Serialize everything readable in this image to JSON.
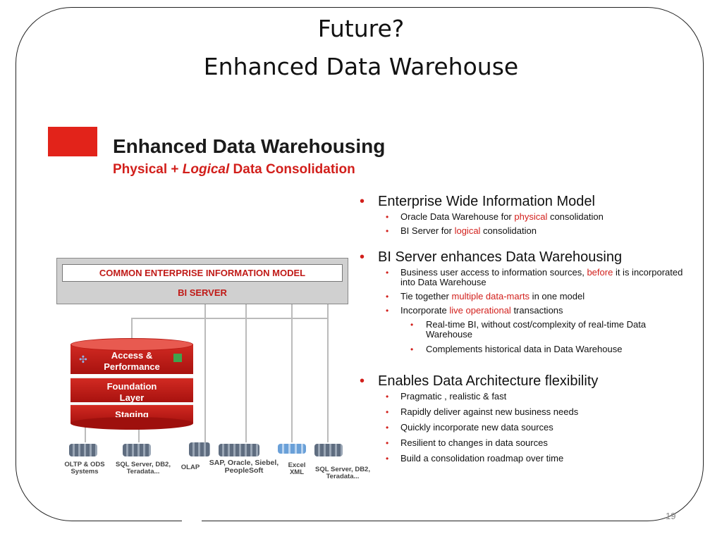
{
  "slide": {
    "title_line1": "Future?",
    "title_line2": "Enhanced Data Warehouse",
    "page_number": "19"
  },
  "content": {
    "heading": "Enhanced Data Warehousing",
    "subheading_part1": "Physical + ",
    "subheading_italic": "Logical",
    "subheading_part2": " Data Consolidation"
  },
  "diagram": {
    "common_model": "COMMON ENTERPRISE INFORMATION MODEL",
    "bi_server": "BI SERVER",
    "layer_access": "Access & Performance",
    "layer_foundation": "Foundation Layer",
    "layer_staging": "Staging",
    "sources": {
      "oltp_ods": "OLTP & ODS Systems",
      "sql_server_1": "SQL Server, DB2, Teradata...",
      "olap": "OLAP",
      "sap": "SAP, Oracle, Siebel, PeopleSoft",
      "excel": "Excel XML",
      "sql_server_2": "SQL Server, DB2, Teradata..."
    }
  },
  "bullets": {
    "b1": {
      "text": "Enterprise Wide Information Model",
      "s1_pre": "Oracle Data Warehouse for ",
      "s1_red": "physical",
      "s1_post": " consolidation",
      "s2_pre": "BI Server for ",
      "s2_red": "logical",
      "s2_post": " consolidation"
    },
    "b2": {
      "text": "BI Server enhances Data Warehousing",
      "s1_pre": "Business user access to information sources, ",
      "s1_red": "before",
      "s1_post": " it is incorporated into Data Warehouse",
      "s2_pre": "Tie together ",
      "s2_red": "multiple data-marts",
      "s2_post": " in one model",
      "s3_pre": "Incorporate ",
      "s3_red": "live operational",
      "s3_post": " transactions",
      "ss1": "Real-time BI, without cost/complexity of real-time Data Warehouse",
      "ss2": "Complements historical data in Data Warehouse"
    },
    "b3": {
      "text": "Enables Data Architecture flexibility",
      "s1": "Pragmatic , realistic & fast",
      "s2": "Rapidly deliver against new business needs",
      "s3": "Quickly incorporate new data sources",
      "s4": "Resilient to changes in data sources",
      "s5": "Build a consolidation roadmap over time"
    }
  },
  "colors": {
    "accent_red": "#d21f1b",
    "box_red": "#e2231a",
    "bi_box_gray": "#d0d0d0"
  }
}
